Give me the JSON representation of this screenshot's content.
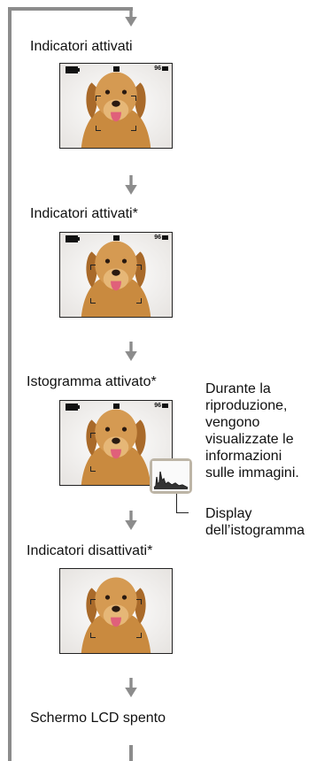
{
  "steps": [
    {
      "label": "Indicatori attivati",
      "count": "96"
    },
    {
      "label": "Indicatori attivati*",
      "count": "96"
    },
    {
      "label": "Istogramma attivato*",
      "count": "96"
    },
    {
      "label": "Indicatori disattivati*"
    },
    {
      "label": "Schermo LCD spento"
    }
  ],
  "annotation": {
    "lines": [
      "Durante la",
      "riproduzione,",
      "vengono",
      "visualizzate le",
      "informazioni",
      "sulle immagini."
    ]
  },
  "histogram_callout": {
    "lines": [
      "Display",
      "dell’istogramma"
    ]
  },
  "icons": [
    "battery-icon",
    "memory-card-icon",
    "down-arrow-icon"
  ],
  "colors": {
    "loop_line": "#8c8c8c",
    "arrow": "#8c8c8c",
    "callout_border": "#bdb5a6"
  }
}
